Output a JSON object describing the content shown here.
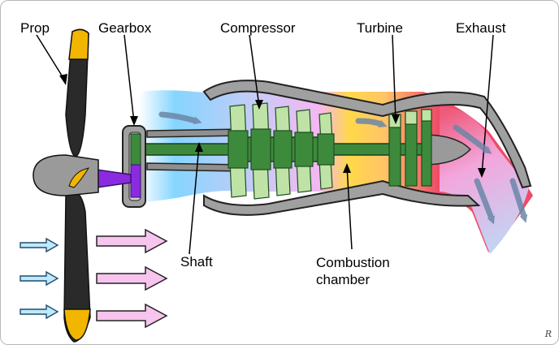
{
  "labels": {
    "prop": "Prop",
    "gearbox": "Gearbox",
    "compressor": "Compressor",
    "turbine": "Turbine",
    "exhaust": "Exhaust",
    "shaft": "Shaft",
    "combustion_chamber": "Combustion chamber"
  },
  "signature": "R",
  "colors": {
    "intake_air": "#7fd3ff",
    "compressed_air": "#f4b3f0",
    "combustion": "#ffd640",
    "hot_gas": "#ee4060",
    "exhaust_gas": "#f3a6dc",
    "shaft": "#3d8a3d",
    "compressor_blades": "#bfe3a6",
    "gearbox_input": "#8a2be2",
    "propeller_blade": "#2a2a2a",
    "propeller_tip": "#f2b600",
    "casing": "#a0a0a0",
    "flow_arrows": "#6b87a8"
  }
}
